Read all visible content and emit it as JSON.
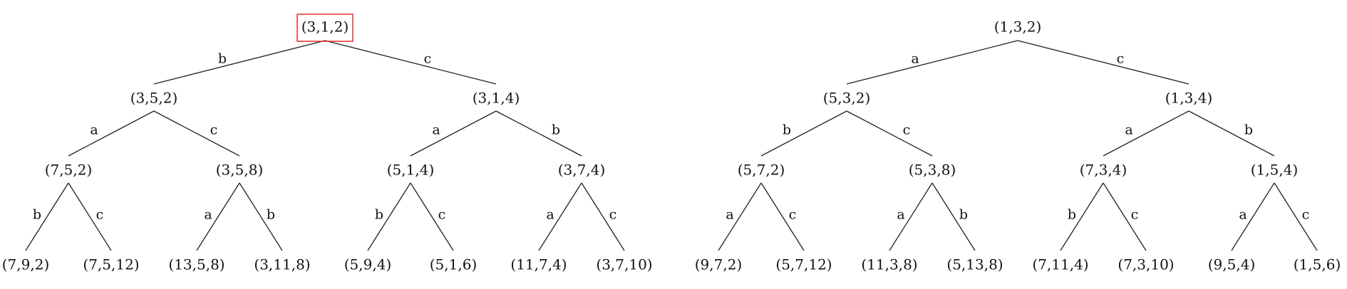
{
  "colors": {
    "line": "#222222",
    "text": "#111111",
    "highlight": "#e02020"
  },
  "trees": [
    {
      "root": {
        "label": "(3,1,2)",
        "highlighted": true,
        "children": [
          {
            "edge": "b",
            "label": "(3,5,2)",
            "children": [
              {
                "edge": "a",
                "label": "(7,5,2)",
                "children": [
                  {
                    "edge": "b",
                    "label": "(7,9,2)"
                  },
                  {
                    "edge": "c",
                    "label": "(7,5,12)"
                  }
                ]
              },
              {
                "edge": "c",
                "label": "(3,5,8)",
                "children": [
                  {
                    "edge": "a",
                    "label": "(13,5,8)"
                  },
                  {
                    "edge": "b",
                    "label": "(3,11,8)"
                  }
                ]
              }
            ]
          },
          {
            "edge": "c",
            "label": "(3,1,4)",
            "children": [
              {
                "edge": "a",
                "label": "(5,1,4)",
                "children": [
                  {
                    "edge": "b",
                    "label": "(5,9,4)"
                  },
                  {
                    "edge": "c",
                    "label": "(5,1,6)"
                  }
                ]
              },
              {
                "edge": "b",
                "label": "(3,7,4)",
                "children": [
                  {
                    "edge": "a",
                    "label": "(11,7,4)"
                  },
                  {
                    "edge": "c",
                    "label": "(3,7,10)"
                  }
                ]
              }
            ]
          }
        ]
      }
    },
    {
      "root": {
        "label": "(1,3,2)",
        "highlighted": false,
        "children": [
          {
            "edge": "a",
            "label": "(5,3,2)",
            "children": [
              {
                "edge": "b",
                "label": "(5,7,2)",
                "children": [
                  {
                    "edge": "a",
                    "label": "(9,7,2)"
                  },
                  {
                    "edge": "c",
                    "label": "(5,7,12)"
                  }
                ]
              },
              {
                "edge": "c",
                "label": "(5,3,8)",
                "children": [
                  {
                    "edge": "a",
                    "label": "(11,3,8)"
                  },
                  {
                    "edge": "b",
                    "label": "(5,13,8)"
                  }
                ]
              }
            ]
          },
          {
            "edge": "c",
            "label": "(1,3,4)",
            "children": [
              {
                "edge": "a",
                "label": "(7,3,4)",
                "children": [
                  {
                    "edge": "b",
                    "label": "(7,11,4)"
                  },
                  {
                    "edge": "c",
                    "label": "(7,3,10)"
                  }
                ]
              },
              {
                "edge": "b",
                "label": "(1,5,4)",
                "children": [
                  {
                    "edge": "a",
                    "label": "(9,5,4)"
                  },
                  {
                    "edge": "c",
                    "label": "(1,5,6)"
                  }
                ]
              }
            ]
          }
        ]
      }
    }
  ]
}
